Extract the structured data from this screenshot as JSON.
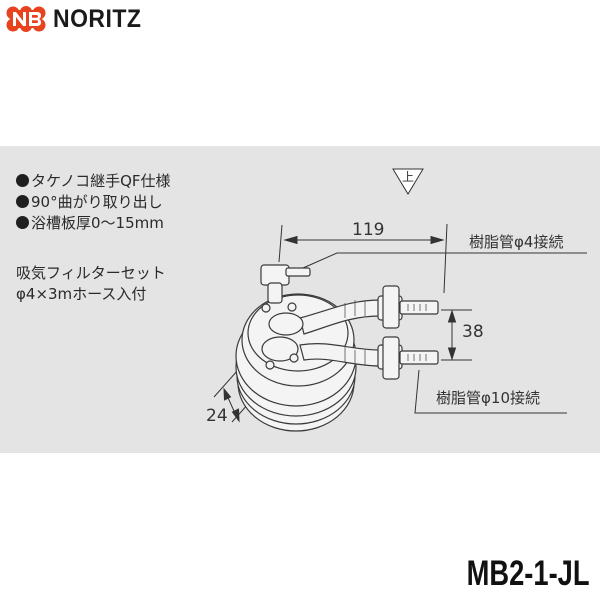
{
  "brand": {
    "name": "NORITZ",
    "logo_icon": "noritz-n-cloud-logo",
    "accent_color": "#e8431f"
  },
  "features": [
    "タケノコ継手QF仕様",
    "90°曲がり取り出し",
    "浴槽板厚0〜15mm"
  ],
  "accessory": {
    "line1": "吸気フィルターセット",
    "line2": "φ4×3mホース入付"
  },
  "diagram": {
    "up_marker": "上",
    "dimensions": {
      "width": "119",
      "spacing": "38",
      "depth": "24"
    },
    "labels": {
      "top_connection": "樹脂管φ4接続",
      "bottom_connection": "樹脂管φ10接続"
    },
    "panel_color": "#e4e4e5"
  },
  "model": "MB2-1-JL"
}
